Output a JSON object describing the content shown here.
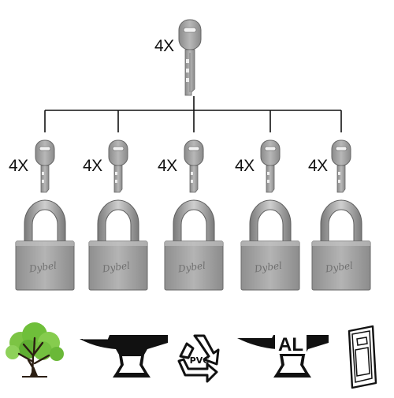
{
  "master_key": {
    "quantity_label": "4X",
    "icon": "master-key-icon"
  },
  "locks": [
    {
      "quantity_label": "4X",
      "brand_engraving": "Dybel",
      "key_icon": "key-icon",
      "lock_icon": "padlock-icon"
    },
    {
      "quantity_label": "4X",
      "brand_engraving": "Dybel",
      "key_icon": "key-icon",
      "lock_icon": "padlock-icon"
    },
    {
      "quantity_label": "4X",
      "brand_engraving": "Dybel",
      "key_icon": "key-icon",
      "lock_icon": "padlock-icon"
    },
    {
      "quantity_label": "4X",
      "brand_engraving": "Dybel",
      "key_icon": "key-icon",
      "lock_icon": "padlock-icon"
    },
    {
      "quantity_label": "4X",
      "brand_engraving": "Dybel",
      "key_icon": "key-icon",
      "lock_icon": "padlock-icon"
    }
  ],
  "feature_icons": [
    {
      "icon": "tree-icon"
    },
    {
      "icon": "anvil-icon"
    },
    {
      "icon": "recycle-pvc-icon",
      "text": "PVC"
    },
    {
      "icon": "anvil-aluminium-icon",
      "text": "AL"
    },
    {
      "icon": "blister-pack-icon"
    }
  ],
  "colors": {
    "metal": "#a3a3a3",
    "metal_dark": "#6e6e6e",
    "line": "#111111",
    "tree": "#6fbf3a"
  }
}
